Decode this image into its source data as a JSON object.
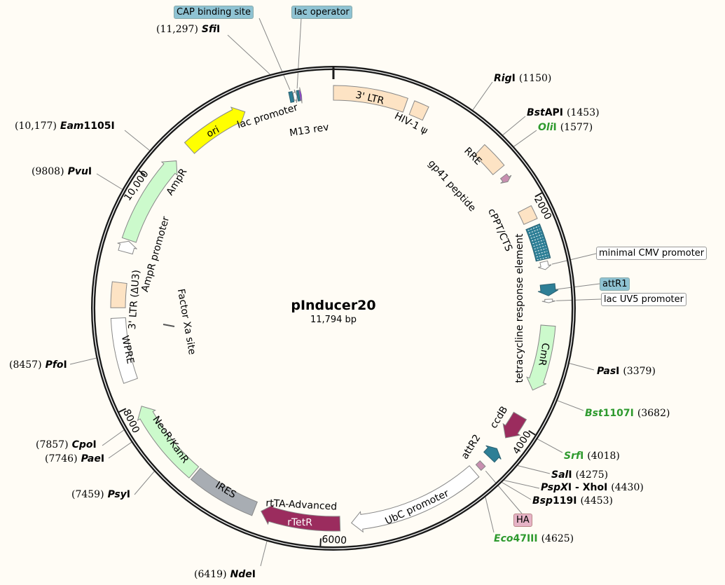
{
  "plasmid": {
    "name": "pInducer20",
    "length_label": "11,794 bp",
    "length": 11794
  },
  "ticks": [
    {
      "bp": 2000,
      "label": "2000"
    },
    {
      "bp": 4000,
      "label": "4000"
    },
    {
      "bp": 6000,
      "label": "6000"
    },
    {
      "bp": 8000,
      "label": "8000"
    },
    {
      "bp": 10000,
      "label": "10,000"
    }
  ],
  "features": [
    {
      "label": "3' LTR",
      "start": 0,
      "end": 640,
      "color": "#fde3c4",
      "dir": 0
    },
    {
      "label": "HIV-1 ψ",
      "start": 700,
      "end": 830,
      "color": "#fde3c4",
      "dir": 0
    },
    {
      "label": "RRE",
      "start": 1400,
      "end": 1640,
      "color": "#fde3c4",
      "dir": 0
    },
    {
      "label": "gp41 peptide",
      "start": 1710,
      "end": 1770,
      "color": "#c88fb0",
      "dir": 1
    },
    {
      "label": "cPPT/CTS",
      "start": 2050,
      "end": 2170,
      "color": "#fde3c4",
      "dir": 0
    },
    {
      "label": "tetracycline response element",
      "start": 2220,
      "end": 2520,
      "color": "#2e7f96",
      "dir": 0
    },
    {
      "label": "minimal CMV promoter",
      "start": 2540,
      "end": 2610,
      "color": "#ffffff",
      "dir": 1
    },
    {
      "label": "attR1",
      "start": 2740,
      "end": 2840,
      "color": "#2e7f96",
      "dir": 1
    },
    {
      "label": "lac UV5 promoter",
      "start": 2870,
      "end": 2900,
      "color": "#ffffff",
      "dir": 1
    },
    {
      "label": "CmR",
      "start": 3100,
      "end": 3680,
      "color": "#ccfacc",
      "dir": 1
    },
    {
      "label": "ccdB",
      "start": 3930,
      "end": 4160,
      "color": "#9b2c5e",
      "dir": 1
    },
    {
      "label": "attR2",
      "start": 4280,
      "end": 4380,
      "color": "#2e7f96",
      "dir": -1
    },
    {
      "label": "HA",
      "start": 4460,
      "end": 4510,
      "color": "#c88fb0",
      "dir": 0
    },
    {
      "label": "UbC promoter",
      "start": 4560,
      "end": 5740,
      "color": "#ffffff",
      "dir": 1
    },
    {
      "label": "rTetR",
      "start": 5840,
      "end": 6540,
      "color": "#9b2c5e",
      "dir": 1
    },
    {
      "label": "IRES",
      "start": 6600,
      "end": 7200,
      "color": "#a8adb3",
      "dir": 0
    },
    {
      "label": "NeoR/KanR",
      "start": 7220,
      "end": 7960,
      "color": "#ccfacc",
      "dir": 1
    },
    {
      "label": "WPRE",
      "start": 8200,
      "end": 8760,
      "color": "#ffffff",
      "dir": 0
    },
    {
      "label": "3' LTR (ΔU3)",
      "start": 8850,
      "end": 9070,
      "color": "#fde3c4",
      "dir": 0
    },
    {
      "label": "AmpR promoter",
      "start": 9340,
      "end": 9440,
      "color": "#ffffff",
      "dir": 1
    },
    {
      "label": "AmpR",
      "start": 9450,
      "end": 10260,
      "color": "#ccfacc",
      "dir": 1
    },
    {
      "label": "ori",
      "start": 10420,
      "end": 11000,
      "color": "#ffff00",
      "dir": 1
    },
    {
      "label": "CAP binding site",
      "start": 11410,
      "end": 11440,
      "color": "#2e7f96",
      "dir": 0
    },
    {
      "label": "lac promoter",
      "start": 11445,
      "end": 11475,
      "color": "#ffffff",
      "dir": 1
    },
    {
      "label": "lac operator",
      "start": 11478,
      "end": 11495,
      "color": "#2e7f96",
      "dir": 0
    },
    {
      "label": "M13 rev",
      "start": 11500,
      "end": 11515,
      "color": "#8b2be2",
      "dir": 1
    }
  ],
  "extra_labels": {
    "rtTA": "rtTA-Advanced",
    "factor_xa": "Factor Xa site"
  },
  "enzymes": [
    {
      "italic": "Sfi",
      "suffix": "I",
      "pos": 11297,
      "pos_label": "(11,297)",
      "side": "left",
      "green": false
    },
    {
      "italic": "Eam",
      "suffix": "1105I",
      "pos": 10177,
      "pos_label": "(10,177)",
      "side": "left",
      "green": false
    },
    {
      "italic": "Pvu",
      "suffix": "I",
      "pos": 9808,
      "pos_label": "(9808)",
      "side": "left",
      "green": false
    },
    {
      "italic": "Pfo",
      "suffix": "I",
      "pos": 8457,
      "pos_label": "(8457)",
      "side": "left",
      "green": false
    },
    {
      "italic": "Cpo",
      "suffix": "I",
      "pos": 7857,
      "pos_label": "(7857)",
      "side": "left",
      "green": false
    },
    {
      "italic": "Pae",
      "suffix": "I",
      "pos": 7746,
      "pos_label": "(7746)",
      "side": "left",
      "green": false
    },
    {
      "italic": "Psy",
      "suffix": "I",
      "pos": 7459,
      "pos_label": "(7459)",
      "side": "left",
      "green": false
    },
    {
      "italic": "Nde",
      "suffix": "I",
      "pos": 6419,
      "pos_label": "(6419)",
      "side": "left",
      "green": false
    },
    {
      "italic": "Rig",
      "suffix": "I",
      "pos": 1150,
      "pos_label": "(1150)",
      "side": "right",
      "green": false
    },
    {
      "italic": "Bst",
      "suffix": "API",
      "pos": 1453,
      "pos_label": "(1453)",
      "side": "right",
      "green": false
    },
    {
      "italic": "Oli",
      "suffix": "I",
      "pos": 1577,
      "pos_label": "(1577)",
      "side": "right",
      "green": true
    },
    {
      "italic": "Pas",
      "suffix": "I",
      "pos": 3379,
      "pos_label": "(3379)",
      "side": "right",
      "green": false
    },
    {
      "italic": "Bst",
      "suffix": "1107I",
      "pos": 3682,
      "pos_label": "(3682)",
      "side": "right",
      "green": true
    },
    {
      "italic": "Srf",
      "suffix": "I",
      "pos": 4018,
      "pos_label": "(4018)",
      "side": "right",
      "green": true
    },
    {
      "italic": "Sal",
      "suffix": "I",
      "pos": 4275,
      "pos_label": "(4275)",
      "side": "right",
      "green": false
    },
    {
      "italic": "PspX",
      "suffix": "I - XhoI",
      "pos": 4430,
      "pos_label": "(4430)",
      "side": "right",
      "green": false
    },
    {
      "italic": "Bsp",
      "suffix": "119I",
      "pos": 4453,
      "pos_label": "(4453)",
      "side": "right",
      "green": false
    },
    {
      "italic": "Eco",
      "suffix": "47III",
      "pos": 4625,
      "pos_label": "(4625)",
      "side": "right",
      "green": true
    }
  ]
}
